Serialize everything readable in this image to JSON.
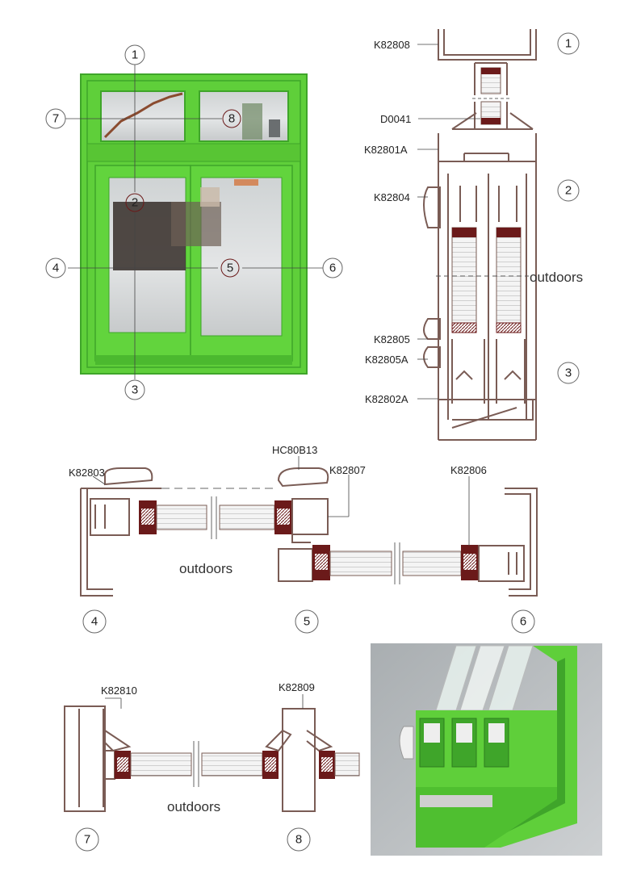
{
  "colors": {
    "frame_green": "#5fcf3a",
    "frame_dark": "#3fa52a",
    "profile": "#7a5c55",
    "gasket": "#6b1a1a",
    "photo_bg": "#b8bcbf"
  },
  "elevation": {
    "callouts": [
      "1",
      "2",
      "3",
      "4",
      "5",
      "6",
      "7",
      "8"
    ]
  },
  "vertical_section": {
    "numbers": [
      "1",
      "2",
      "3"
    ],
    "labels": [
      "K82808",
      "D0041",
      "K82801A",
      "K82804",
      "K82805",
      "K82805A",
      "K82802A"
    ],
    "side_label": "outdoors"
  },
  "horizontal_section": {
    "numbers": [
      "4",
      "5",
      "6"
    ],
    "labels": [
      "K82803",
      "HC80B13",
      "K82807",
      "K82806"
    ],
    "side_label": "outdoors"
  },
  "transom_section": {
    "numbers": [
      "7",
      "8"
    ],
    "labels": [
      "K82810",
      "K82809"
    ],
    "side_label": "outdoors"
  },
  "render": {
    "icon": "profile-cutaway-render"
  }
}
